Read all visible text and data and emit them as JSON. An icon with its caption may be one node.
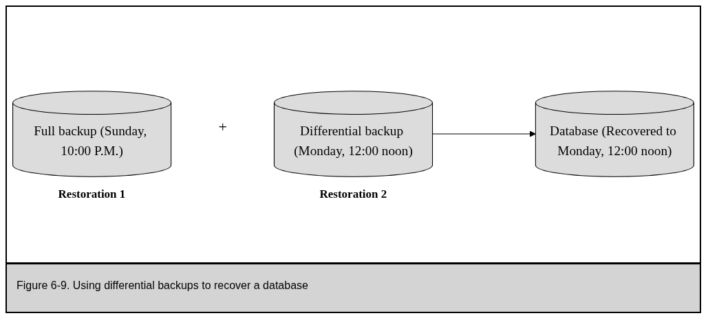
{
  "diagram": {
    "caption": "Figure 6-9. Using differential backups to recover a database",
    "nodes": [
      {
        "text": [
          "Full backup (Sunday, 10:00 P.M.)"
        ],
        "beside": [
          "Restoration 1"
        ]
      },
      {
        "text": [
          "Differential backup (Monday, 12:00 noon)"
        ],
        "beside": [
          "Restoration 2"
        ]
      },
      {
        "text": [
          "Database (Recovered to Monday, 12:00 noon)"
        ]
      }
    ],
    "edges": [
      {
        "from": 1,
        "to": 2,
        "arrow": "to"
      }
    ],
    "labels": [
      "+"
    ]
  }
}
